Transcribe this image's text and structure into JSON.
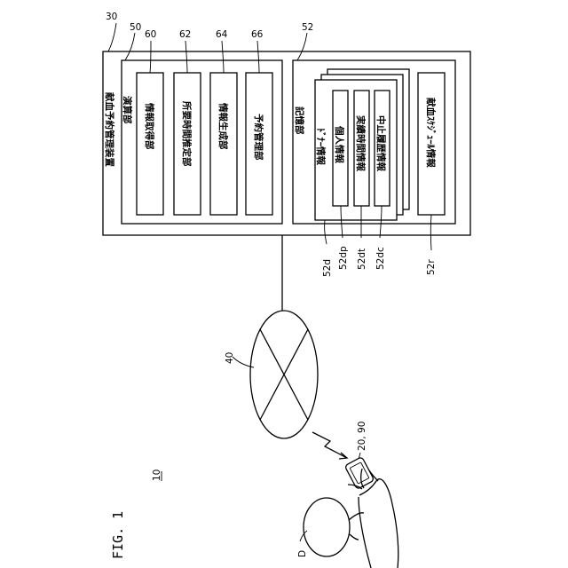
{
  "figure": {
    "title": "FIG. 1",
    "system_ref": "10"
  },
  "server": {
    "ref": "30",
    "name": "献血予約管理装置",
    "processing": {
      "ref": "50",
      "name": "演算部",
      "units": [
        {
          "ref": "60",
          "name": "情報取得部"
        },
        {
          "ref": "62",
          "name": "所要時間推定部"
        },
        {
          "ref": "64",
          "name": "情報生成部"
        },
        {
          "ref": "66",
          "name": "予約管理部"
        }
      ]
    },
    "storage": {
      "ref": "52",
      "name": "記憶部",
      "donor_info": {
        "ref": "52d",
        "name": "ﾄﾞﾅｰ情報",
        "items": [
          {
            "ref": "52dp",
            "name": "個人情報"
          },
          {
            "ref": "52dt",
            "name": "実績時間情報"
          },
          {
            "ref": "52dc",
            "name": "中止履歴情報"
          }
        ]
      },
      "schedule": {
        "ref": "52r",
        "name": "献血ｽｹｼﾞｭｰﾙ情報"
      }
    }
  },
  "network": {
    "ref": "40"
  },
  "terminal": {
    "ref": "20, 90"
  },
  "donor": {
    "ref": "D"
  }
}
